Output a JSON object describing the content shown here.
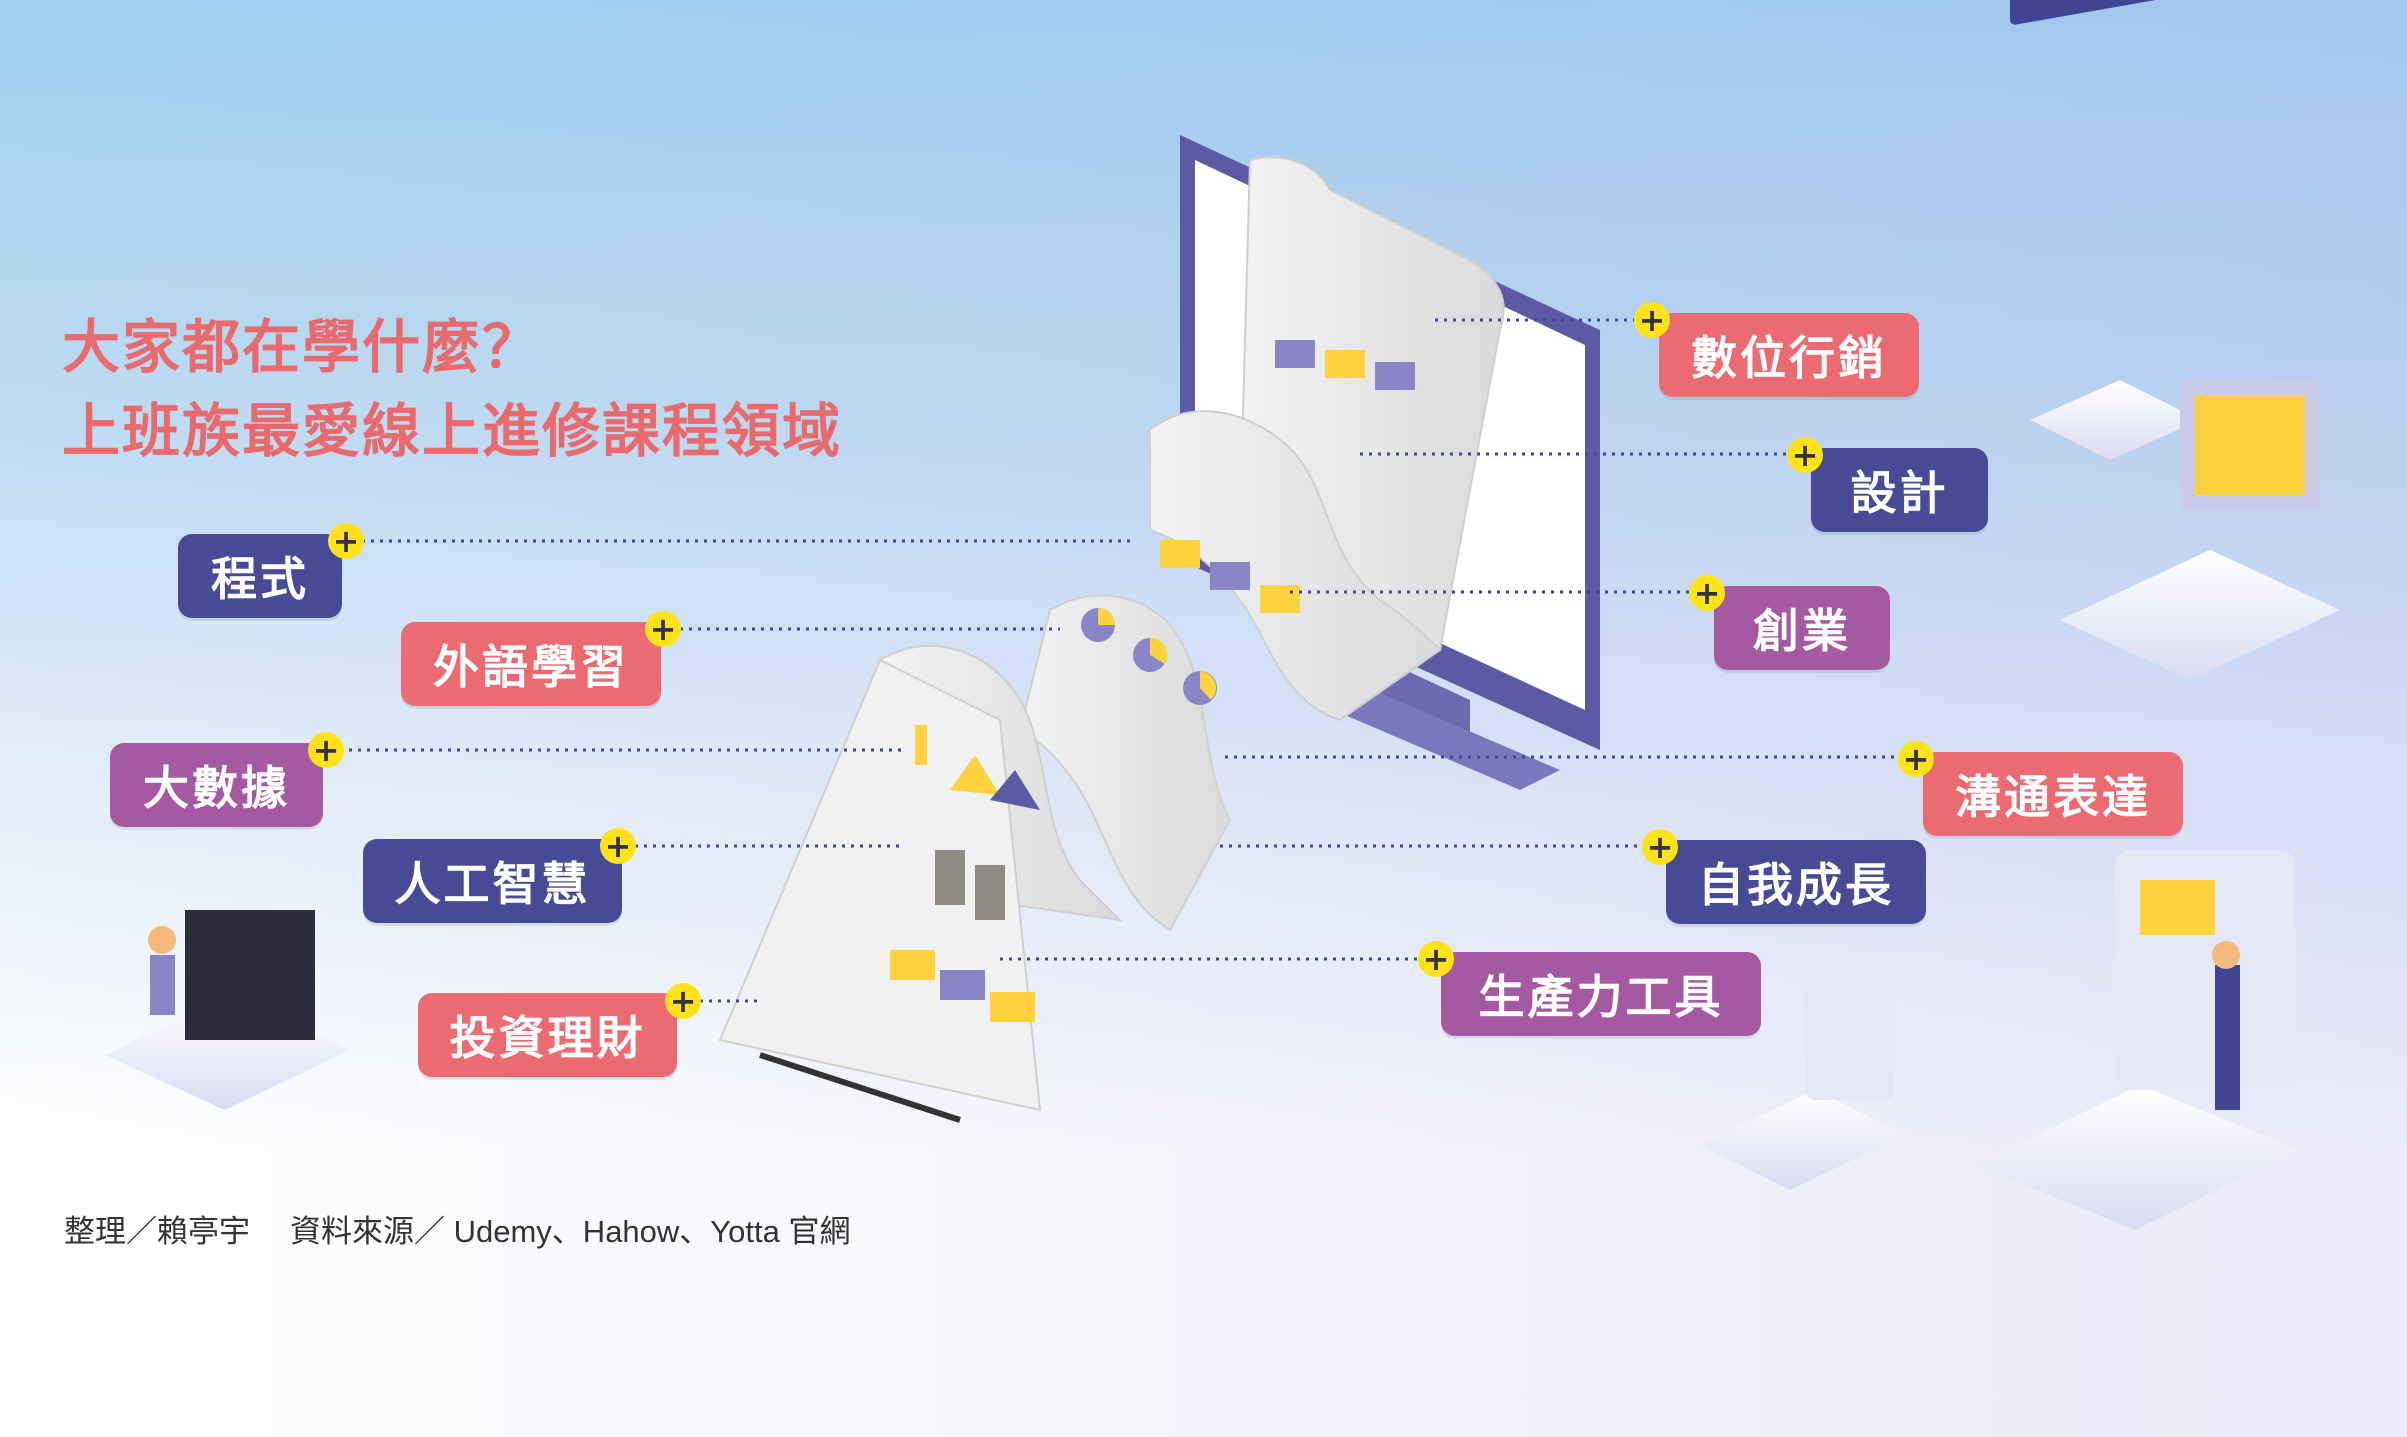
{
  "title": {
    "line1": "大家都在學什麼？",
    "line2": "上班族最愛線上進修課程領域"
  },
  "credit": {
    "editor": "整理／賴亭宇",
    "source": "資料來源／ Udemy、Hahow、Yotta 官網"
  },
  "colors": {
    "pink": "#ec6b72",
    "navy": "#474b95",
    "purple": "#a459a0",
    "yellow": "#ffe21a"
  },
  "plus_symbol": "+",
  "tags_left": [
    {
      "label": "程式",
      "color": "navy"
    },
    {
      "label": "外語學習",
      "color": "pink"
    },
    {
      "label": "大數據",
      "color": "purple"
    },
    {
      "label": "人工智慧",
      "color": "navy"
    },
    {
      "label": "投資理財",
      "color": "pink"
    }
  ],
  "tags_right": [
    {
      "label": "數位行銷",
      "color": "pink"
    },
    {
      "label": "設計",
      "color": "navy"
    },
    {
      "label": "創業",
      "color": "purple"
    },
    {
      "label": "溝通表達",
      "color": "pink"
    },
    {
      "label": "自我成長",
      "color": "navy"
    },
    {
      "label": "生產力工具",
      "color": "purple"
    }
  ]
}
